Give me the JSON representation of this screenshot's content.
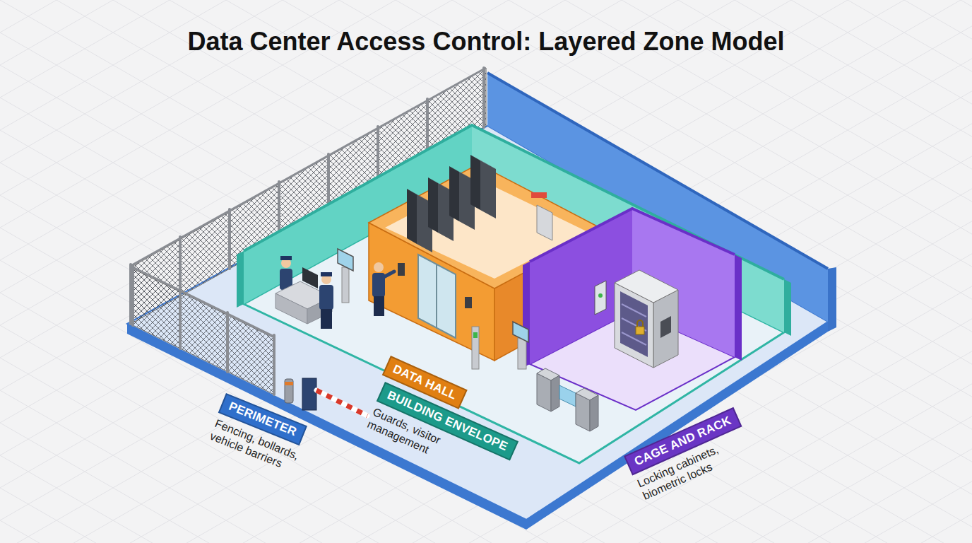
{
  "diagram": {
    "title": "Data Center Access Control: Layered Zone Model",
    "nodes": [
      {
        "text": [
          "PERIMETER",
          "Fencing, bollards, vehicle barriers"
        ]
      },
      {
        "text": [
          "BUILDING ENVELOPE",
          "Guards, visitor management"
        ]
      },
      {
        "text": [
          "DATA HALL"
        ]
      },
      {
        "text": [
          "CAGE AND RACK",
          "Locking cabinets, biometric locks"
        ]
      }
    ]
  }
}
